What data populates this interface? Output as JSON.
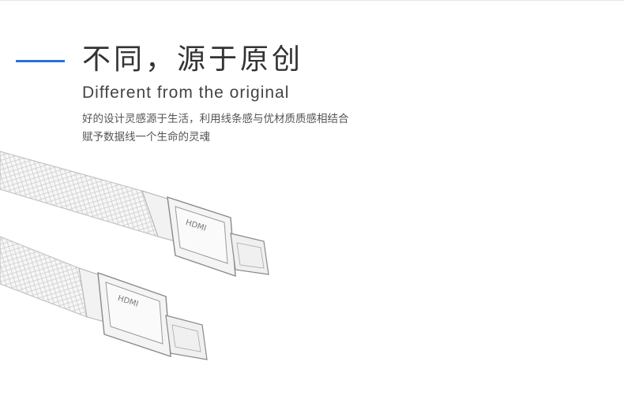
{
  "header": {
    "title_cn": "不同，源于原创",
    "title_en": "Different from the original",
    "accent_color": "#2f6fd6"
  },
  "description": {
    "line1": "好的设计灵感源于生活，利用线条感与优材质质感相结合",
    "line2": "赋予数据线一个生命的灵魂"
  },
  "illustration": {
    "subject": "hdmi-cable-sketch",
    "connector_label": "HDMI",
    "connector_count": 2
  }
}
